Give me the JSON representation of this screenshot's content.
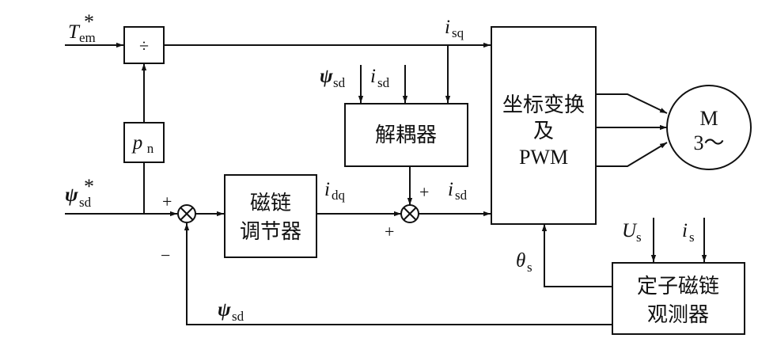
{
  "colors": {
    "line": "#111111",
    "background": "#ffffff"
  },
  "inputs": {
    "torque_ref": {
      "main": "T",
      "sub": "em",
      "sup": "*"
    },
    "flux_ref": {
      "main": "ψ",
      "sub": "sd",
      "sup": "*"
    },
    "flux_feedback": {
      "main": "ψ",
      "sub": "sd"
    },
    "flux_decoupler": {
      "main": "ψ",
      "sub": "sd"
    },
    "isd_decoupler": {
      "main": "i",
      "sub": "sd"
    },
    "stator_voltage": {
      "main": "U",
      "sub": "s"
    },
    "stator_current": {
      "main": "i",
      "sub": "s"
    }
  },
  "signals": {
    "isq": {
      "main": "i",
      "sub": "sq"
    },
    "idq": {
      "main": "i",
      "sub": "dq"
    },
    "isd": {
      "main": "i",
      "sub": "sd"
    },
    "theta": {
      "main": "θ",
      "sub": "s"
    }
  },
  "blocks": {
    "divider": {
      "label": "÷"
    },
    "pole_pairs": {
      "main": "p",
      "sub": "n"
    },
    "decoupler": {
      "label": "解耦器"
    },
    "flux_regulator": {
      "line1": "磁链",
      "line2": "调节器"
    },
    "transform": {
      "line1": "坐标变换",
      "line2": "及",
      "line3": "PWM"
    },
    "observer": {
      "line1": "定子磁链",
      "line2": "观测器"
    },
    "motor": {
      "line1": "M",
      "line2": "3～"
    }
  },
  "junctions": {
    "flux_sum": {
      "plus": "+",
      "minus": "−"
    },
    "d_sum": {
      "plus_top": "+",
      "plus_left": "+"
    }
  }
}
